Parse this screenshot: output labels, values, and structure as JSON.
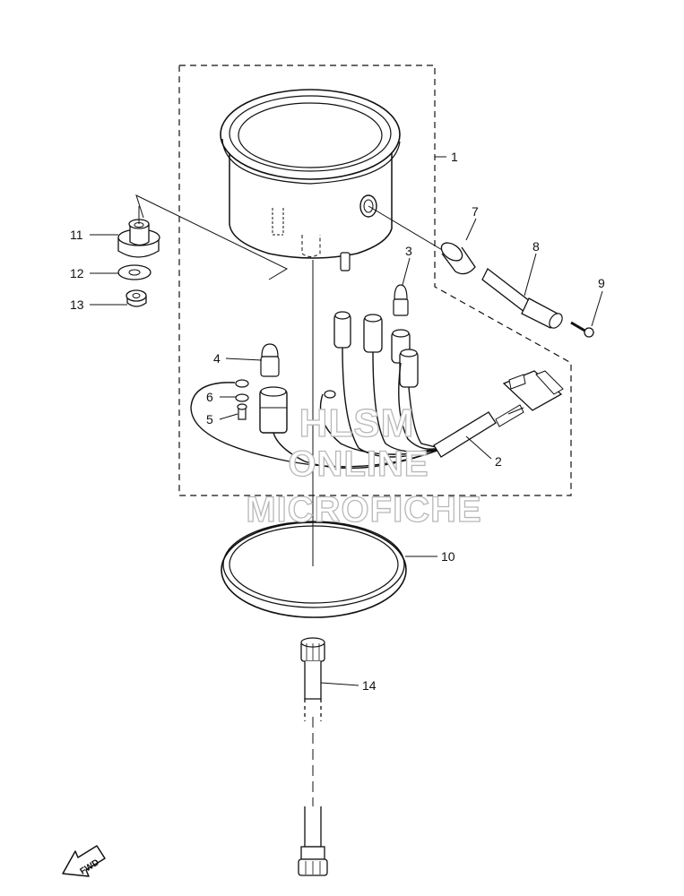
{
  "diagram": {
    "part_labels": [
      {
        "id": "p1",
        "text": "1"
      },
      {
        "id": "p2",
        "text": "2"
      },
      {
        "id": "p3",
        "text": "3"
      },
      {
        "id": "p4",
        "text": "4"
      },
      {
        "id": "p5",
        "text": "5"
      },
      {
        "id": "p6",
        "text": "6"
      },
      {
        "id": "p7",
        "text": "7"
      },
      {
        "id": "p8",
        "text": "8"
      },
      {
        "id": "p9",
        "text": "9"
      },
      {
        "id": "p10",
        "text": "10"
      },
      {
        "id": "p11",
        "text": "11"
      },
      {
        "id": "p12",
        "text": "12"
      },
      {
        "id": "p13",
        "text": "13"
      },
      {
        "id": "p14",
        "text": "14"
      }
    ],
    "watermark": {
      "line1": "HLSM",
      "line2": "ONLINE",
      "line3": "MICROFICHE"
    },
    "direction_arrow": "FWD"
  }
}
